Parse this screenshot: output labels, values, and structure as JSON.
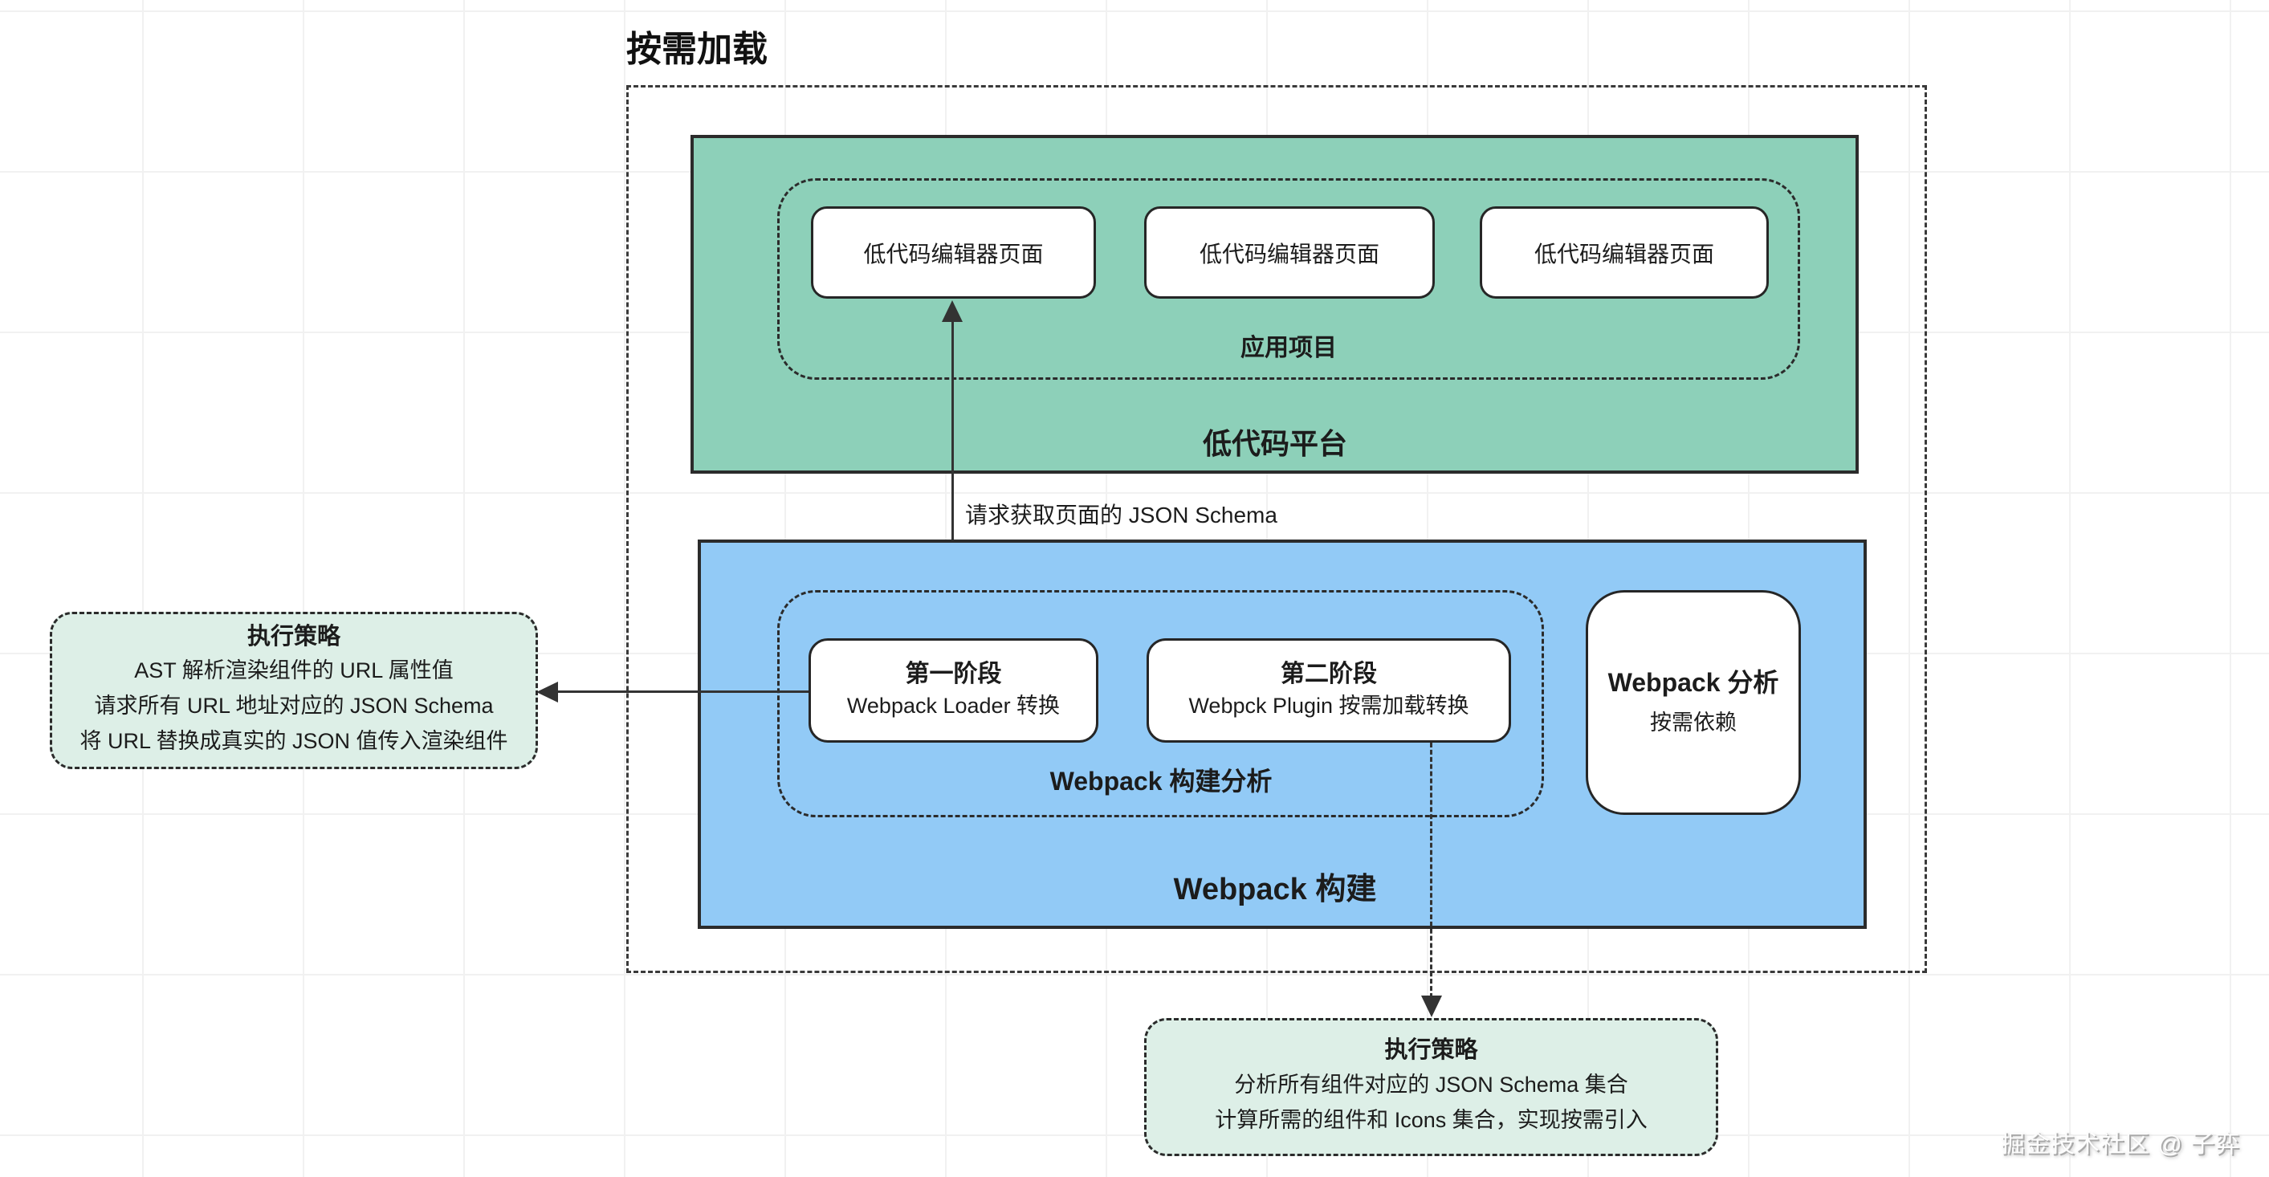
{
  "title": "按需加载",
  "platform": {
    "label": "低代码平台",
    "app_group": {
      "label": "应用项目",
      "pages": [
        "低代码编辑器页面",
        "低代码编辑器页面",
        "低代码编辑器页面"
      ]
    }
  },
  "build": {
    "label": "Webpack 构建",
    "analysis_group": {
      "label": "Webpack 构建分析",
      "stage1": {
        "title": "第一阶段",
        "subtitle": "Webpack Loader 转换"
      },
      "stage2": {
        "title": "第二阶段",
        "subtitle": "Webpck Plugin 按需加载转换"
      }
    },
    "webpack_analysis": {
      "title": "Webpack 分析",
      "subtitle": "按需依赖"
    }
  },
  "edges": {
    "request_schema_label": "请求获取页面的 JSON Schema"
  },
  "strategy_left": {
    "title": "执行策略",
    "lines": [
      "AST 解析渲染组件的 URL 属性值",
      "请求所有 URL 地址对应的 JSON Schema",
      "将 URL 替换成真实的 JSON 值传入渲染组件"
    ]
  },
  "strategy_bottom": {
    "title": "执行策略",
    "lines": [
      "分析所有组件对应的 JSON Schema 集合",
      "计算所需的组件和 Icons 集合，实现按需引入"
    ]
  },
  "watermark": "掘金技术社区 @ 子弈",
  "colors": {
    "platform_fill": "#8DD0B9",
    "build_fill": "#92CAF6",
    "strategy_fill": "#DDEFE7",
    "stroke": "#2B2B2B"
  }
}
